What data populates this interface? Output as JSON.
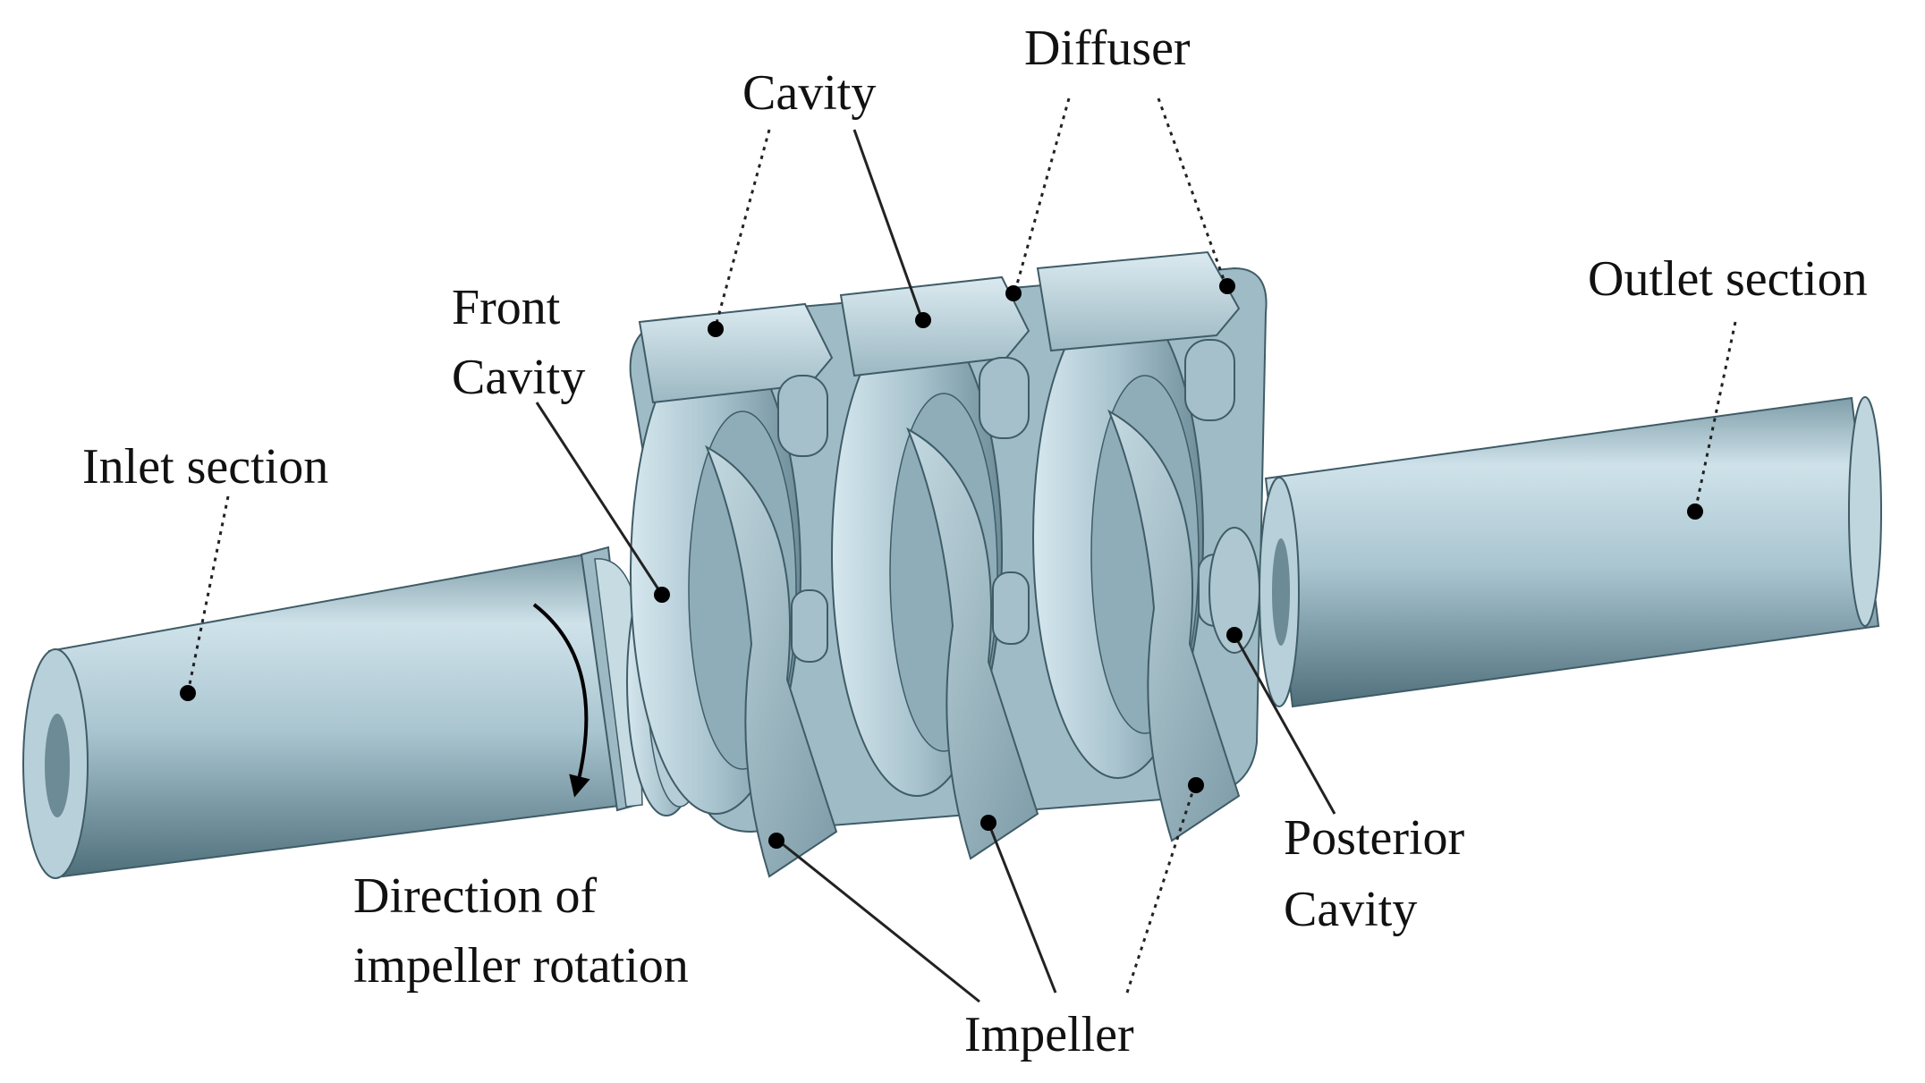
{
  "labels": {
    "cavity": "Cavity",
    "diffuser": "Diffuser",
    "front_cavity_line1": "Front",
    "front_cavity_line2": "Cavity",
    "outlet_section": "Outlet section",
    "inlet_section": "Inlet section",
    "direction_line1": "Direction of",
    "direction_line2": "impeller rotation",
    "posterior_line1": "Posterior",
    "posterior_line2": "Cavity",
    "impeller": "Impeller"
  },
  "colors": {
    "metal_light": "#c9dde5",
    "metal_mid": "#9fbcc8",
    "metal_dark": "#5f7f8c",
    "outline": "#2f4a55"
  }
}
